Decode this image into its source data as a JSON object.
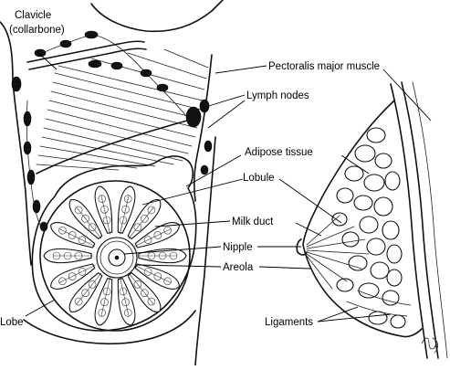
{
  "labels": {
    "clavicle_line1": "Clavicle",
    "clavicle_line2": "(collarbone)",
    "pectoralis": "Pectoralis major muscle",
    "lymph_nodes": "Lymph nodes",
    "adipose": "Adipose tissue",
    "lobule": "Lobule",
    "milk_duct": "Milk duct",
    "nipple": "Nipple",
    "areola": "Areola",
    "lobe": "Lobe",
    "ligaments": "Ligaments"
  },
  "colors": {
    "ink": "#111111",
    "background": "#ffffff"
  }
}
